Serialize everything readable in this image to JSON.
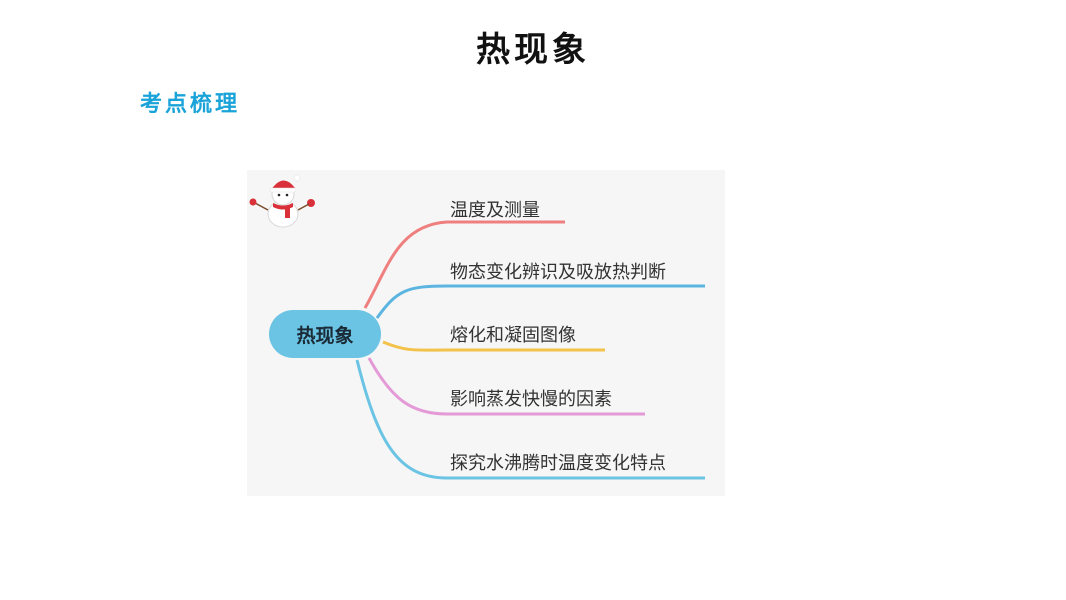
{
  "page": {
    "title": "热现象",
    "section": "考点梳理"
  },
  "mindmap": {
    "root": "热现象",
    "branches": [
      {
        "label": "温度及测量",
        "color": "#ef7f7f"
      },
      {
        "label": "物态变化辨识及吸放热判断",
        "color": "#5bb5e0"
      },
      {
        "label": "熔化和凝固图像",
        "color": "#f3c24a"
      },
      {
        "label": "影响蒸发快慢的因素",
        "color": "#e49ad6"
      },
      {
        "label": "探究水沸腾时温度变化特点",
        "color": "#6cc4e4"
      }
    ]
  },
  "decoration": {
    "icon": "snowman-icon"
  }
}
